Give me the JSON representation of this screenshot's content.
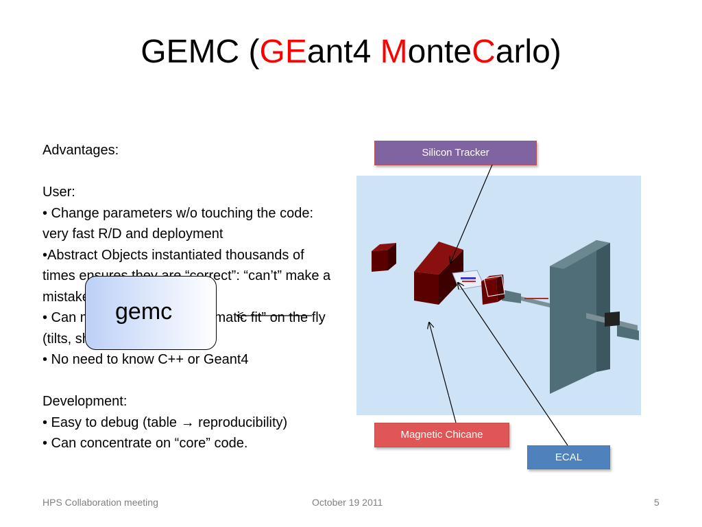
{
  "slide": {
    "title_parts": [
      {
        "text": "GEMC (",
        "highlight": false
      },
      {
        "text": "GE",
        "highlight": true
      },
      {
        "text": "ant4 ",
        "highlight": false
      },
      {
        "text": "M",
        "highlight": true
      },
      {
        "text": "onte",
        "highlight": false
      },
      {
        "text": "C",
        "highlight": true
      },
      {
        "text": "arlo)",
        "highlight": false
      }
    ],
    "body_lines": [
      "Advantages:",
      "",
      "User:",
      "• Change parameters w/o touching the code:",
      "very fast R/D and deployment",
      "•Abstract Objects instantiated thousands of",
      "times ensures they are “correct”: “can’t” make a",
      "mistake",
      "• Can make “alignment, kinematic fit” on the fly",
      "(tilts, shifts)",
      "• No need to know C++ or Geant4",
      "",
      "Development:",
      "• Easy to debug (table → reproducibility)",
      "• Can concentrate on “core” code."
    ],
    "gemc_box_label": "gemc",
    "labels": {
      "silicon_tracker": "Silicon Tracker",
      "magnetic_chicane": "Magnetic Chicane",
      "ecal": "ECAL"
    },
    "colors": {
      "highlight": "#ff0000",
      "tracker_label_bg": "#8064a2",
      "chicane_label_bg": "#e05555",
      "ecal_label_bg": "#4f81bd",
      "scene_bg": "#cfe3f7"
    }
  },
  "footer": {
    "left": "HPS Collaboration meeting",
    "center": "October 19 2011",
    "page_number": "5"
  }
}
